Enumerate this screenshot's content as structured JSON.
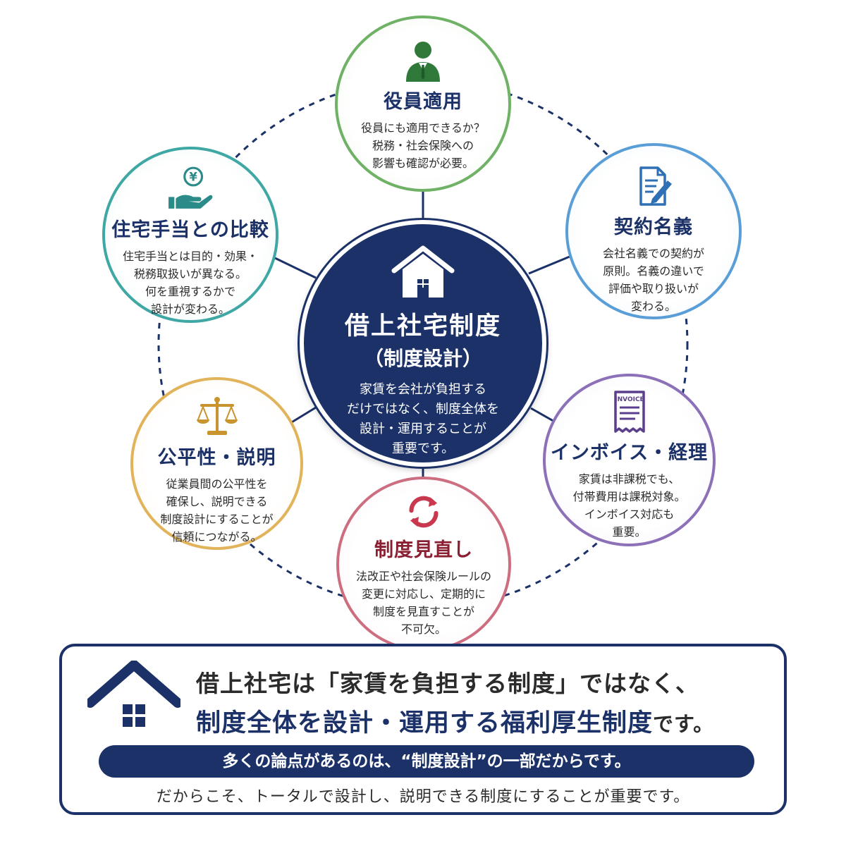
{
  "center": {
    "title": "借上社宅制度",
    "subtitle": "（制度設計）",
    "body": [
      "家賃を会社が負担する",
      "だけではなく、制度全体を",
      "設計・運用することが",
      "重要です。"
    ]
  },
  "nodes": {
    "yakuin": {
      "title": "役員適用",
      "body": [
        "役員にも適用できるか？",
        "税務・社会保険への",
        "影響も確認が必要。"
      ]
    },
    "keiyaku": {
      "title": "契約名義",
      "body": [
        "会社名義での契約が",
        "原則。名義の違いで",
        "評価や取り扱いが",
        "変わる。"
      ]
    },
    "invoice": {
      "title": "インボイス・経理",
      "body": [
        "家賃は非課税でも、",
        "付帯費用は課税対象。",
        "インボイス対応も",
        "重要。"
      ],
      "icon_label": "INVOICE"
    },
    "minaoshi": {
      "title": "制度見直し",
      "body": [
        "法改正や社会保険ルールの",
        "変更に対応し、定期的に",
        "制度を見直すことが",
        "不可欠。"
      ]
    },
    "kouhei": {
      "title": "公平性・説明",
      "body": [
        "従業員間の公平性を",
        "確保し、説明できる",
        "制度設計にすることが",
        "信頼につながる。"
      ]
    },
    "jutaku": {
      "title": "住宅手当との比較",
      "body": [
        "住宅手当とは目的・効果・",
        "税務取扱いが異なる。",
        "何を重視するかで",
        "設計が変わる。"
      ],
      "icon_label": "¥"
    }
  },
  "summary": {
    "line1": "借上社宅は「家賃を負担する制度」ではなく、",
    "line2_emphasis": "制度全体を設計・運用する福利厚生制度",
    "line2_tail": "です。",
    "pill": "多くの論点があるのは、“制度設計”の一部だからです。",
    "footer": "だからこそ、トータルで設計し、説明できる制度にすることが重要です。"
  },
  "colors": {
    "navy": "#1b3168",
    "green": "#6fb266",
    "blue": "#5a9ed8",
    "purple": "#8d71b8",
    "pink": "#cc6d80",
    "gold": "#e1b35a",
    "teal": "#3fa7a4"
  },
  "icons": {
    "center": "house-icon",
    "yakuin": "businessman-icon",
    "keiyaku": "contract-pen-icon",
    "invoice": "invoice-document-icon",
    "minaoshi": "refresh-cycle-icon",
    "kouhei": "balance-scale-icon",
    "jutaku": "yen-hand-icon",
    "summary": "house-icon"
  }
}
